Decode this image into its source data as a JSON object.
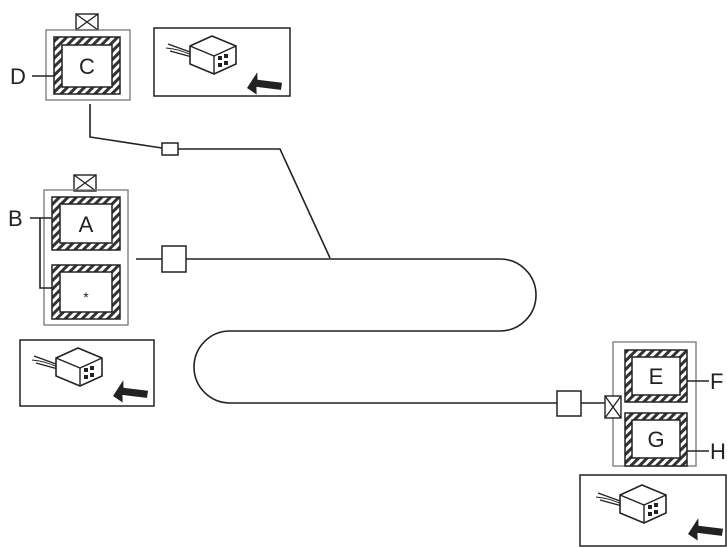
{
  "labels": {
    "connector_c": "C",
    "callout_d": "D",
    "connector_a": "A",
    "callout_b": "B",
    "connector_unlabeled": "*",
    "connector_e": "E",
    "callout_f": "F",
    "connector_g": "G",
    "callout_h": "H"
  },
  "icons": {
    "blocked_terminal": "crossed-box-icon",
    "connector_view": "connector-plug-icon",
    "view_arrow": "arrow-icon"
  },
  "colors": {
    "line": "#222222",
    "frame": "#777777",
    "hatch": "#333333"
  }
}
